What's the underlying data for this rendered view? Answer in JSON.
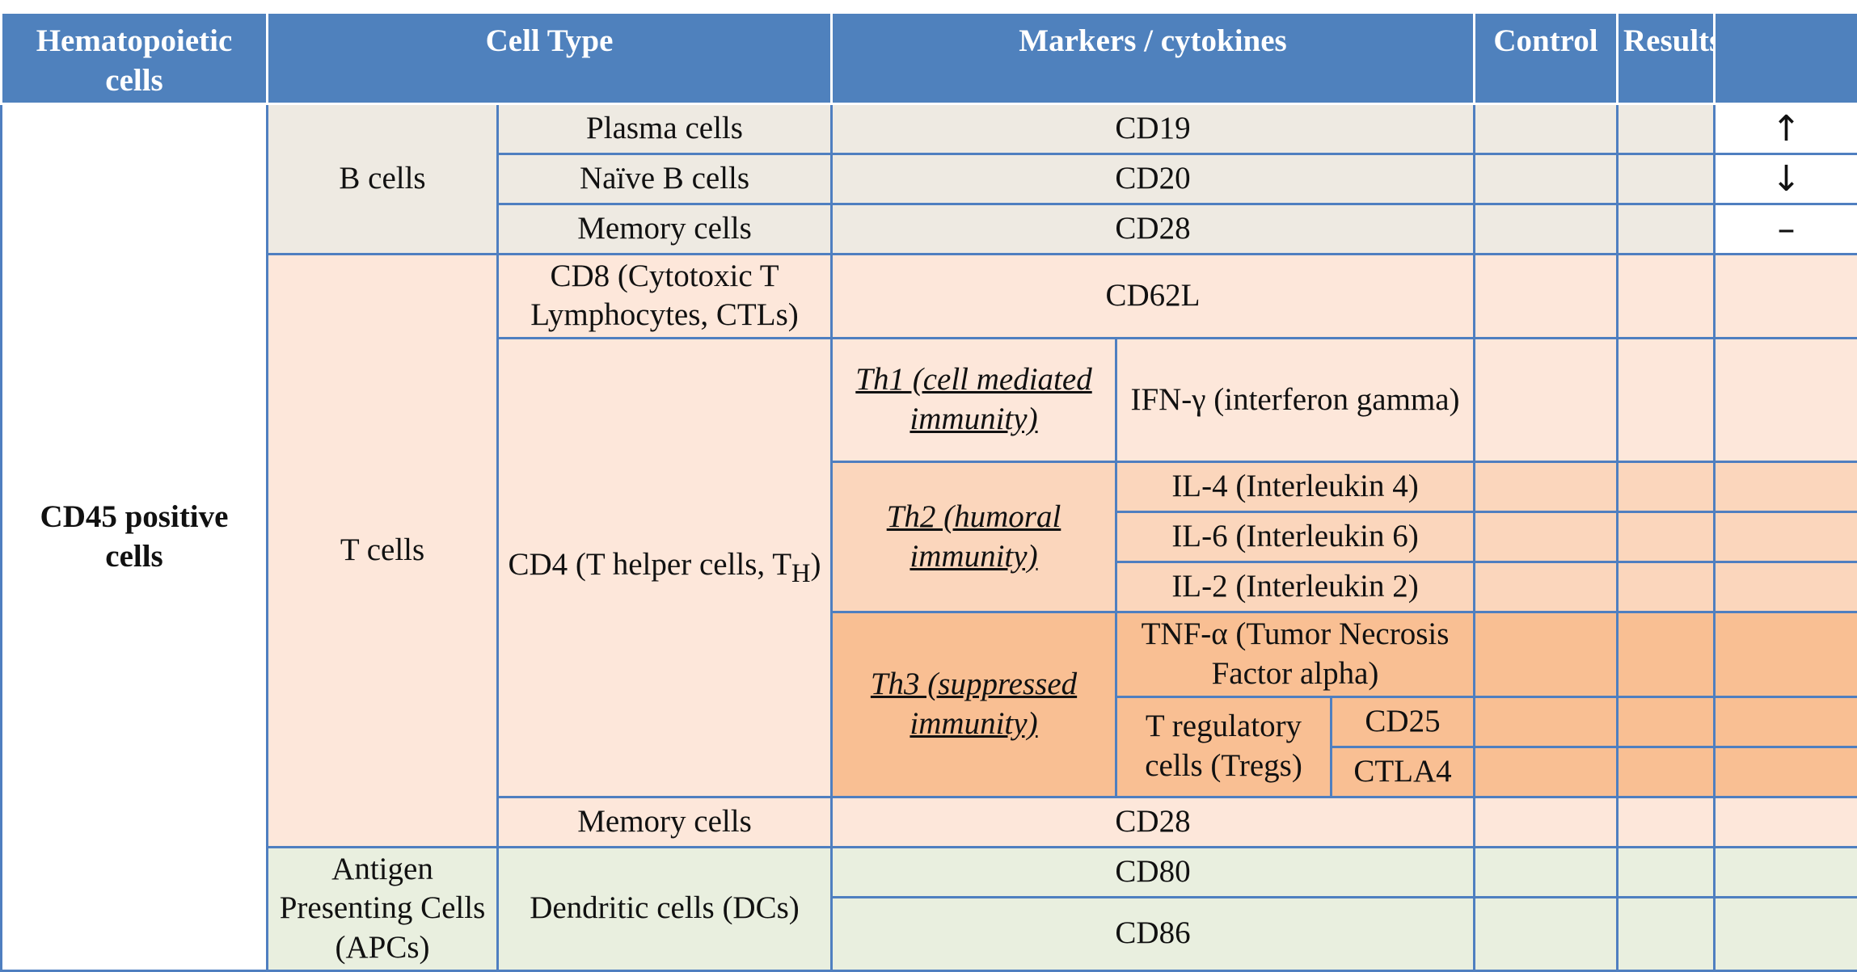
{
  "header": {
    "hematopoietic": "Hematopoietic cells",
    "cell_type": "Cell Type",
    "markers": "Markers / cytokines",
    "control": "Control",
    "results": "Results"
  },
  "cd45": "CD45 positive cells",
  "b_cells": {
    "label": "B cells",
    "plasma": "Plasma cells",
    "plasma_marker": "CD19",
    "plasma_result": "↑",
    "naive": "Naïve B cells",
    "naive_marker": "CD20",
    "naive_result": "↓",
    "memory": "Memory cells",
    "memory_marker": "CD28",
    "memory_result": "–"
  },
  "t_cells": {
    "label": "T cells",
    "cd8": "CD8 (Cytotoxic T Lymphocytes, CTLs)",
    "cd8_marker": "CD62L",
    "cd4_prefix": "CD4 (T helper cells, T",
    "cd4_sub": "H",
    "cd4_suffix": ")",
    "th1": "Th1 (cell mediated immunity)",
    "th1_marker": "IFN-γ (interferon gamma)",
    "th2": "Th2 (humoral immunity)",
    "th2_markers": [
      "IL-4 (Interleukin 4)",
      "IL-6 (Interleukin 6)",
      "IL-2 (Interleukin 2)"
    ],
    "th3": "Th3 (suppressed immunity)",
    "th3_tnf": "TNF-α (Tumor Necrosis Factor alpha)",
    "tregs": "T regulatory cells (Tregs)",
    "tregs_markers": [
      "CD25",
      "CTLA4"
    ],
    "memory": "Memory cells",
    "memory_marker": "CD28"
  },
  "apc": {
    "label": "Antigen Presenting Cells (APCs)",
    "dendritic": "Dendritic cells (DCs)",
    "markers": [
      "CD80",
      "CD86"
    ]
  },
  "colors": {
    "header": "#4f81bd",
    "border": "#4f7fc0",
    "b_cells_fill": "#eeeae2",
    "t_cells_fill": "#fde7da",
    "th2_fill": "#fbd6bc",
    "th3_fill": "#f9bf93",
    "apc_fill": "#e9efdf"
  }
}
